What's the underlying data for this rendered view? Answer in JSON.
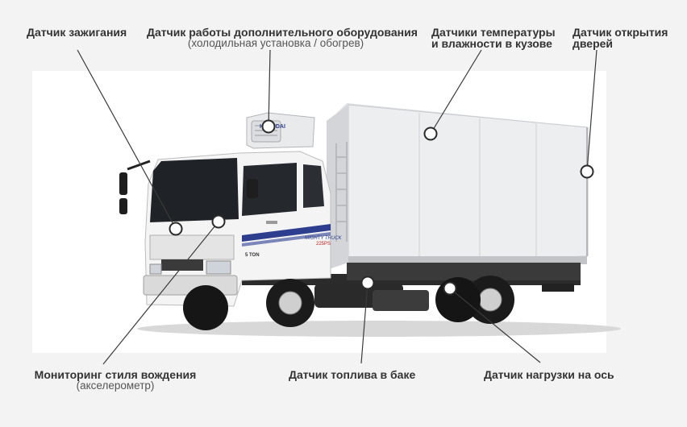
{
  "labels": {
    "ignition": {
      "title": "Датчик зажигания"
    },
    "extra_equipment": {
      "title": "Датчик работы дополнительного оборудования",
      "subtitle": "(холодильная установка / обогрев)"
    },
    "temp_humidity": {
      "line1": "Датчики температуры",
      "line2": "и влажности в кузове"
    },
    "doors": {
      "line1": "Датчик открытия",
      "line2": "дверей"
    },
    "driving_style": {
      "title": "Мониторинг стиля вождения",
      "subtitle": "(акселерометр)"
    },
    "fuel": {
      "title": "Датчик топлива в баке"
    },
    "axle_load": {
      "title": "Датчик нагрузки на ось"
    }
  },
  "truck": {
    "brand_badge": "HYUNDAI",
    "model_text": "MIGHTY TRUCK",
    "model_num": "225PS",
    "cab_badge": "5 TON"
  },
  "colors": {
    "line": "#3a3a3a",
    "dot_fill": "#ffffff",
    "dot_stroke": "#2a2a2a",
    "box": "#e8e9ec",
    "cab": "#f4f4f4",
    "accent": "#2d3e8f"
  }
}
